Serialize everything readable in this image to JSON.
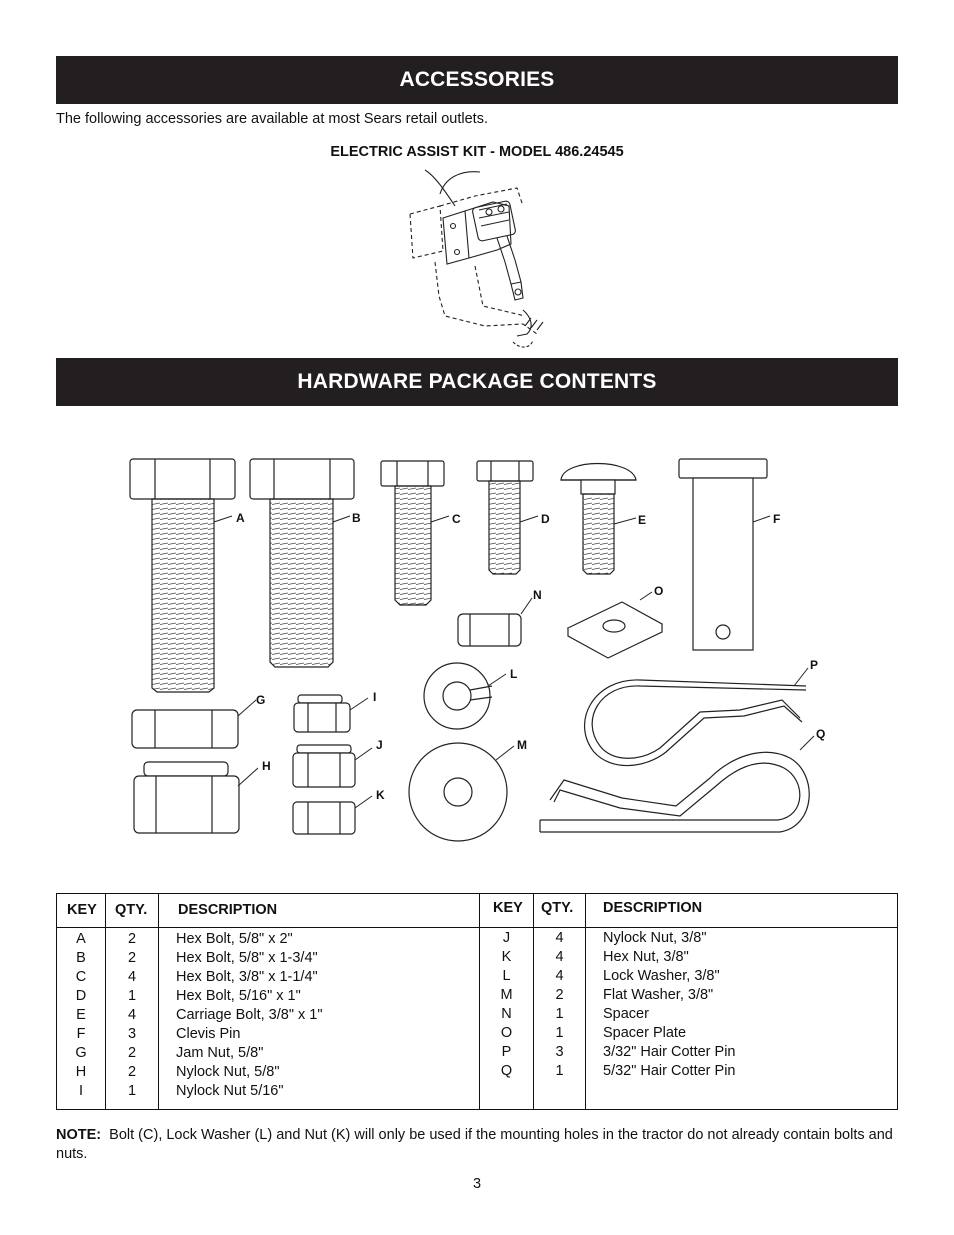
{
  "accessories": {
    "title": "ACCESSORIES",
    "intro": "The following accessories are available at most Sears retail outlets.",
    "kit_title": "ELECTRIC ASSIST KIT - MODEL 486.24545"
  },
  "hardware": {
    "title": "HARDWARE PACKAGE CONTENTS",
    "labels": [
      "A",
      "B",
      "C",
      "D",
      "E",
      "F",
      "G",
      "H",
      "I",
      "J",
      "K",
      "L",
      "M",
      "N",
      "O",
      "P",
      "Q"
    ]
  },
  "table": {
    "headers": {
      "key": "KEY",
      "qty": "QTY.",
      "description": "DESCRIPTION"
    },
    "left": [
      {
        "key": "A",
        "qty": "2",
        "description": "Hex Bolt, 5/8\" x 2\""
      },
      {
        "key": "B",
        "qty": "2",
        "description": "Hex Bolt, 5/8\" x 1-3/4\""
      },
      {
        "key": "C",
        "qty": "4",
        "description": "Hex Bolt, 3/8\" x 1-1/4\""
      },
      {
        "key": "D",
        "qty": "1",
        "description": "Hex Bolt, 5/16\" x 1\""
      },
      {
        "key": "E",
        "qty": "4",
        "description": "Carriage Bolt, 3/8\" x 1\""
      },
      {
        "key": "F",
        "qty": "3",
        "description": "Clevis Pin"
      },
      {
        "key": "G",
        "qty": "2",
        "description": "Jam Nut, 5/8\""
      },
      {
        "key": "H",
        "qty": "2",
        "description": "Nylock Nut, 5/8\""
      },
      {
        "key": "I",
        "qty": "1",
        "description": "Nylock Nut 5/16\""
      }
    ],
    "right": [
      {
        "key": "J",
        "qty": "4",
        "description": "Nylock Nut, 3/8\""
      },
      {
        "key": "K",
        "qty": "4",
        "description": "Hex Nut, 3/8\""
      },
      {
        "key": "L",
        "qty": "4",
        "description": "Lock Washer, 3/8\""
      },
      {
        "key": "M",
        "qty": "2",
        "description": "Flat Washer, 3/8\""
      },
      {
        "key": "N",
        "qty": "1",
        "description": "Spacer"
      },
      {
        "key": "O",
        "qty": "1",
        "description": "Spacer Plate"
      },
      {
        "key": "P",
        "qty": "3",
        "description": "3/32\" Hair Cotter Pin"
      },
      {
        "key": "Q",
        "qty": "1",
        "description": "5/32\" Hair Cotter Pin"
      }
    ]
  },
  "note": {
    "label": "NOTE:",
    "text": "Bolt (C), Lock Washer (L) and Nut (K) will only be used if the mounting holes in the tractor do not already contain bolts and nuts."
  },
  "page_number": "3"
}
